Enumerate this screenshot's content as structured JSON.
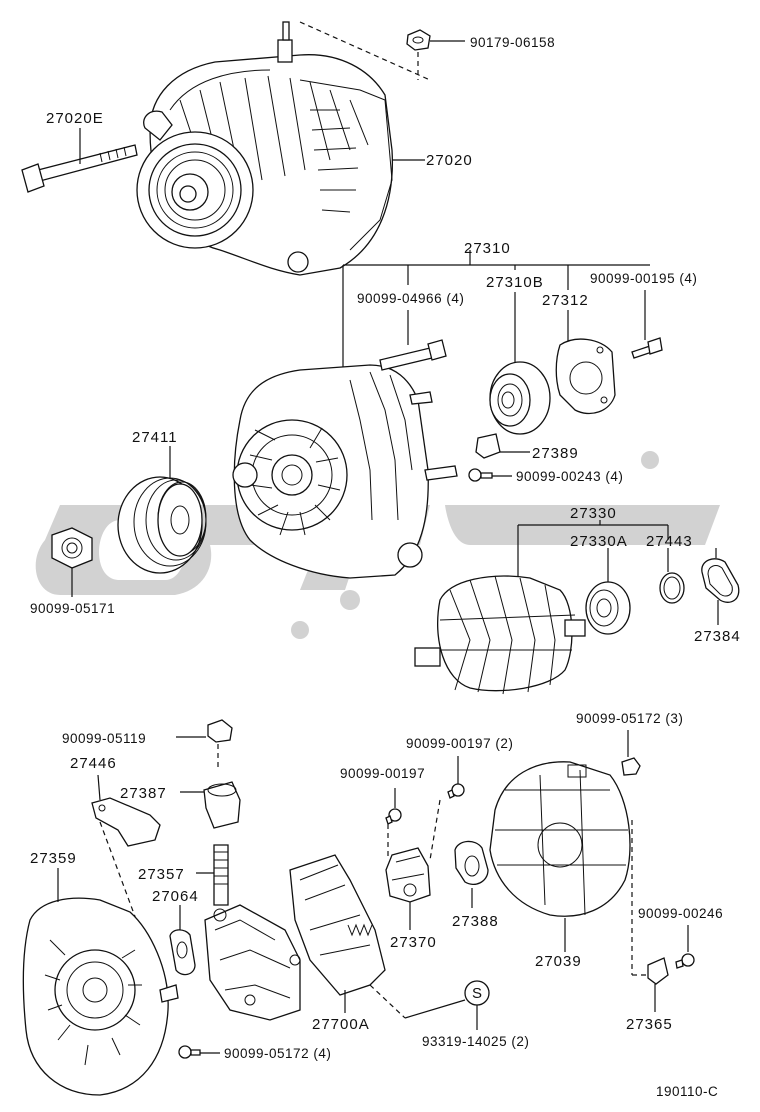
{
  "watermark": {
    "color": "#d2d2d2"
  },
  "labels": {
    "p90179_06158": "90179-06158",
    "p27020E": "27020E",
    "p27020": "27020",
    "p27310": "27310",
    "p27310B": "27310B",
    "p90099_00195": "90099-00195 (4)",
    "p90099_04966": "90099-04966 (4)",
    "p27312": "27312",
    "p27411": "27411",
    "p27389": "27389",
    "p90099_00243": "90099-00243 (4)",
    "p27330": "27330",
    "p27330A": "27330A",
    "p27443": "27443",
    "p90099_05171": "90099-05171",
    "p27384": "27384",
    "p90099_05119": "90099-05119",
    "p90099_05172_3": "90099-05172 (3)",
    "p90099_00197_2": "90099-00197 (2)",
    "p27446": "27446",
    "p27387": "27387",
    "p90099_00197": "90099-00197",
    "p27359": "27359",
    "p27357": "27357",
    "p27064": "27064",
    "p27370": "27370",
    "p27388": "27388",
    "p27039": "27039",
    "p90099_00246": "90099-00246",
    "p27700A": "27700A",
    "pS": "S",
    "p93319_14025": "93319-14025 (2)",
    "p27365": "27365",
    "p90099_05172_4": "90099-05172 (4)",
    "figure_code": "190110-C"
  }
}
